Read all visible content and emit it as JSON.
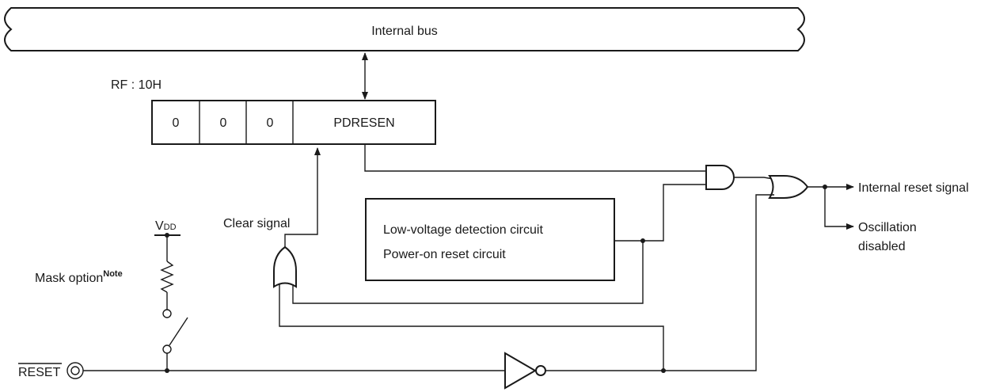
{
  "bus": {
    "label": "Internal bus"
  },
  "register": {
    "name": "RF : 10H",
    "bits": [
      "0",
      "0",
      "0",
      "PDRESEN"
    ]
  },
  "circuit_box": {
    "line1": "Low-voltage detection circuit",
    "line2": "Power-on reset circuit"
  },
  "labels": {
    "clear_signal": "Clear signal",
    "vdd_main": "V",
    "vdd_sub": "DD",
    "mask_option": "Mask option",
    "note": "Note",
    "reset_pin": "RESET",
    "internal_reset": "Internal reset signal",
    "osc_line1": "Oscillation",
    "osc_line2": "disabled"
  }
}
